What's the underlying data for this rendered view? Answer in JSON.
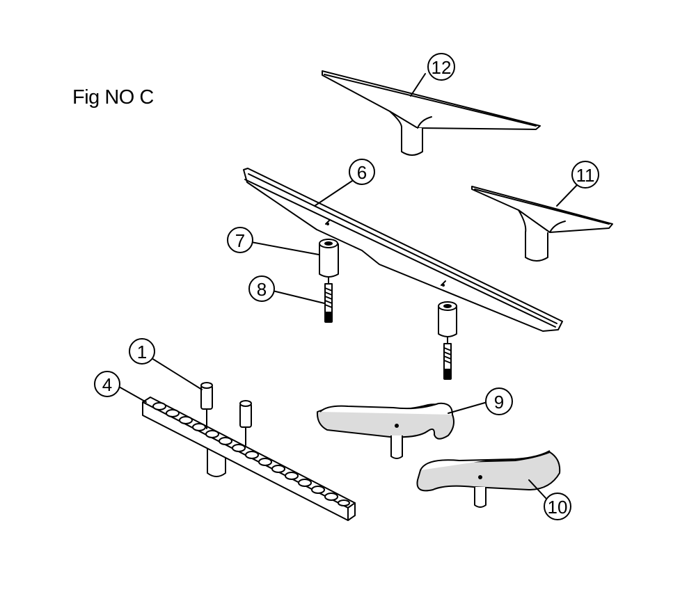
{
  "figure": {
    "title": "Fig NO C"
  },
  "callouts": [
    {
      "id": "1",
      "label": "1"
    },
    {
      "id": "4",
      "label": "4"
    },
    {
      "id": "6",
      "label": "6"
    },
    {
      "id": "7",
      "label": "7"
    },
    {
      "id": "8",
      "label": "8"
    },
    {
      "id": "9",
      "label": "9"
    },
    {
      "id": "10",
      "label": "10"
    },
    {
      "id": "11",
      "label": "11"
    },
    {
      "id": "12",
      "label": "12"
    }
  ]
}
